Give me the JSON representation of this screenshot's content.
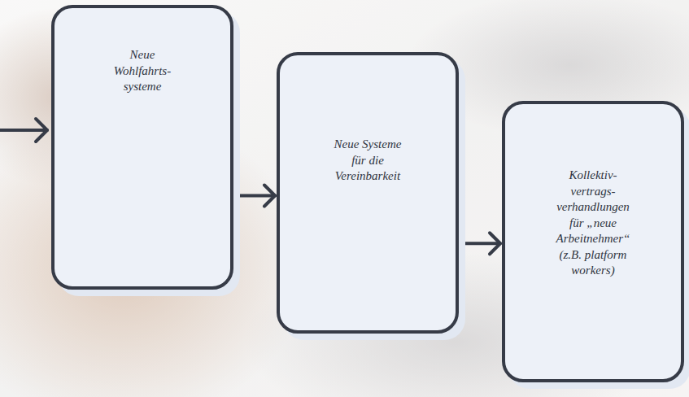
{
  "diagram": {
    "nodes": [
      {
        "text": [
          "Neue Wohlfahrts- systeme"
        ]
      },
      {
        "text": [
          "Neue Systeme für die Vereinbarkeit"
        ]
      },
      {
        "text": [
          "Kollektiv- vertrags- verhandlungen für „neue Arbeitnehmer“ (z.B. platform workers)"
        ]
      }
    ],
    "edges": [
      {
        "from": 0,
        "to": 1,
        "arrow": "to"
      },
      {
        "from": 1,
        "to": 2,
        "arrow": "to"
      }
    ]
  }
}
